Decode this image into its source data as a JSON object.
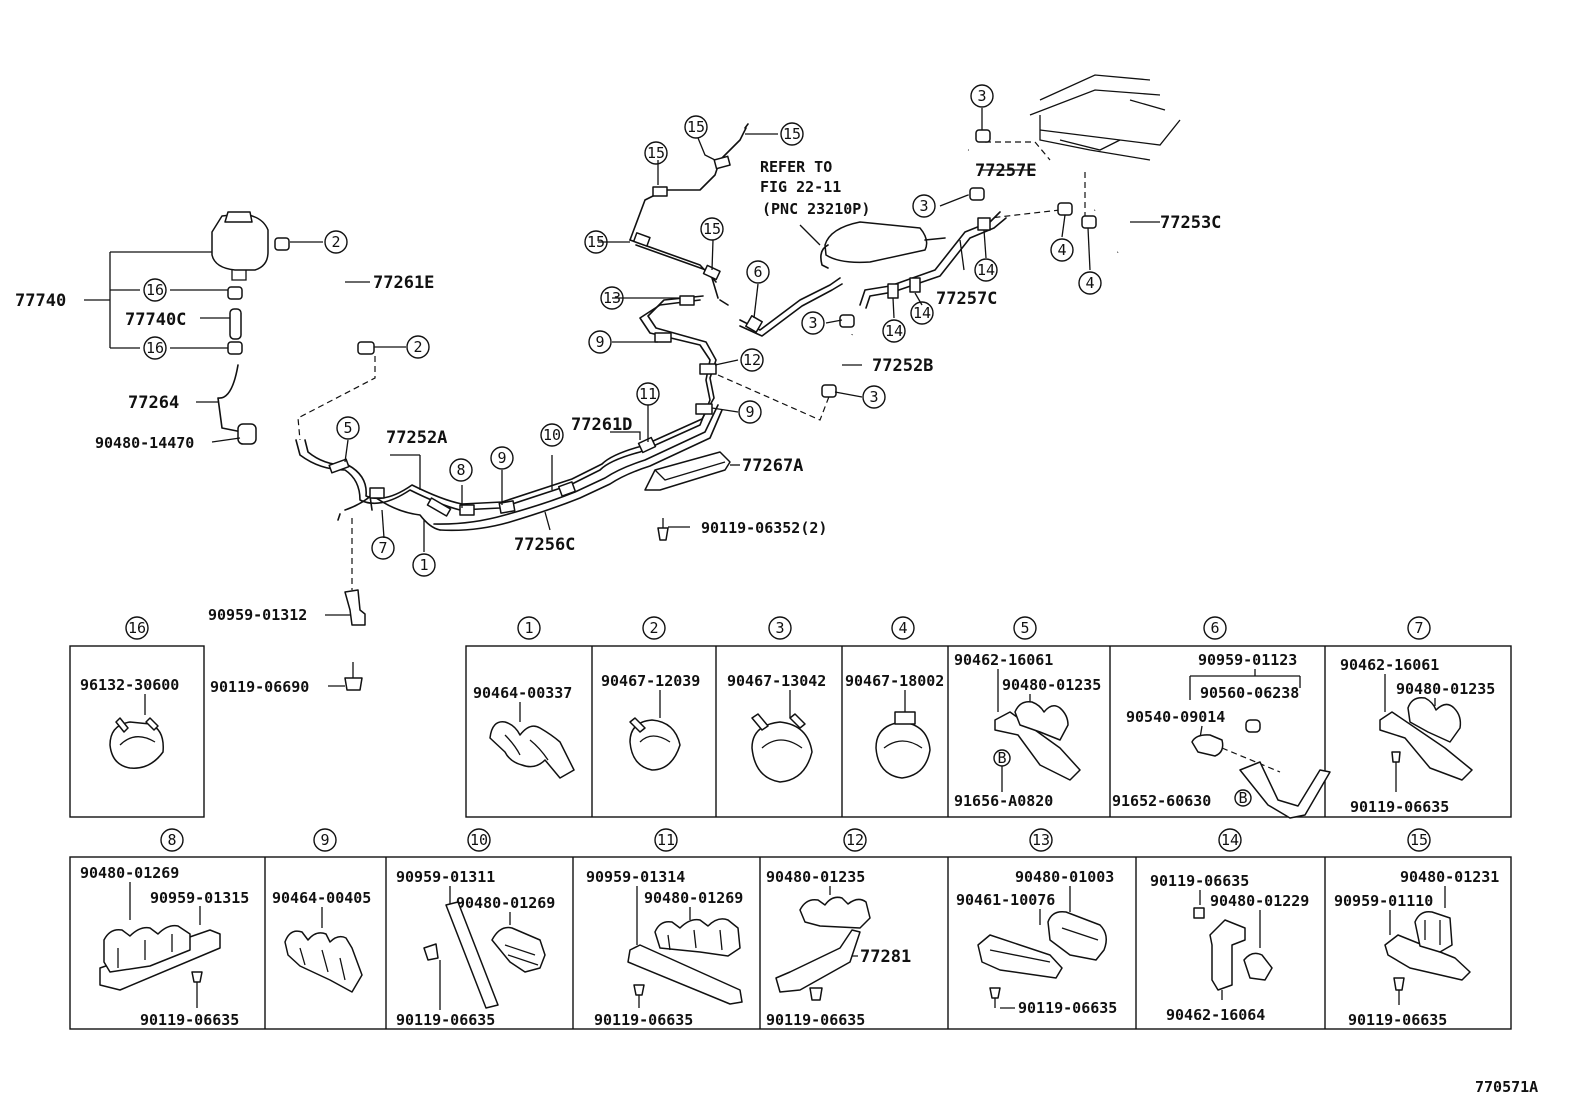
{
  "refer": {
    "line1": "REFER TO",
    "line2": "FIG 22-11",
    "line3": "(PNC 23210P)"
  },
  "figure_id": "770571A",
  "main_parts": {
    "p77740": "77740",
    "p77740C": "77740C",
    "p77264": "77264",
    "p90480_14470": "90480-14470",
    "p77261E": "77261E",
    "p77252A": "77252A",
    "p77256C": "77256C",
    "p77261D": "77261D",
    "p77267A": "77267A",
    "p90119_06352": "90119-06352(2)",
    "p90959_01312": "90959-01312",
    "p90119_06690": "90119-06690",
    "p77252B": "77252B",
    "p77257C": "77257C",
    "p77257E": "77257E",
    "p77253C": "77253C"
  },
  "callouts": {
    "c1": "1",
    "c2": "2",
    "c3": "3",
    "c4": "4",
    "c5": "5",
    "c6": "6",
    "c7": "7",
    "c8": "8",
    "c9": "9",
    "c10": "10",
    "c11": "11",
    "c12": "12",
    "c13": "13",
    "c14": "14",
    "c15": "15",
    "c16": "16"
  },
  "details": {
    "d16": {
      "num": "16",
      "parts": [
        "96132-30600"
      ]
    },
    "d1": {
      "num": "1",
      "parts": [
        "90464-00337"
      ]
    },
    "d2": {
      "num": "2",
      "parts": [
        "90467-12039"
      ]
    },
    "d3": {
      "num": "3",
      "parts": [
        "90467-13042"
      ]
    },
    "d4": {
      "num": "4",
      "parts": [
        "90467-18002"
      ]
    },
    "d5": {
      "num": "5",
      "parts": [
        "90462-16061",
        "90480-01235",
        "91656-A0820"
      ]
    },
    "d6": {
      "num": "6",
      "parts": [
        "90959-01123",
        "90560-06238",
        "90540-09014",
        "91652-60630"
      ]
    },
    "d7": {
      "num": "7",
      "parts": [
        "90462-16061",
        "90480-01235",
        "90119-06635"
      ]
    },
    "d8": {
      "num": "8",
      "parts": [
        "90480-01269",
        "90959-01315",
        "90119-06635"
      ]
    },
    "d9": {
      "num": "9",
      "parts": [
        "90464-00405"
      ]
    },
    "d10": {
      "num": "10",
      "parts": [
        "90959-01311",
        "90480-01269",
        "90119-06635"
      ]
    },
    "d11": {
      "num": "11",
      "parts": [
        "90959-01314",
        "90480-01269",
        "90119-06635"
      ]
    },
    "d12": {
      "num": "12",
      "parts": [
        "90480-01235",
        "77281",
        "90119-06635"
      ]
    },
    "d13": {
      "num": "13",
      "parts": [
        "90480-01003",
        "90461-10076",
        "90119-06635"
      ]
    },
    "d14": {
      "num": "14",
      "parts": [
        "90119-06635",
        "90480-01229",
        "90462-16064"
      ]
    },
    "d15": {
      "num": "15",
      "parts": [
        "90480-01231",
        "90959-01110",
        "90119-06635"
      ]
    }
  },
  "bolt_marker": "B"
}
